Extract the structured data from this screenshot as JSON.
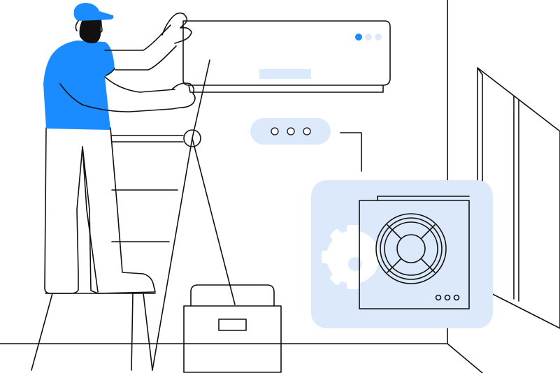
{
  "colors": {
    "primary_blue": "#1a8cff",
    "light_blue": "#dbe9fb",
    "stroke": "#111111",
    "background": "#ffffff"
  },
  "icons": {
    "ac_indicators": [
      "dot-active",
      "dot-inactive",
      "dot-inactive"
    ],
    "remote_icon": "three-dots-pill",
    "gear_icon": "gear",
    "fan_icon": "outdoor-fan-unit"
  }
}
